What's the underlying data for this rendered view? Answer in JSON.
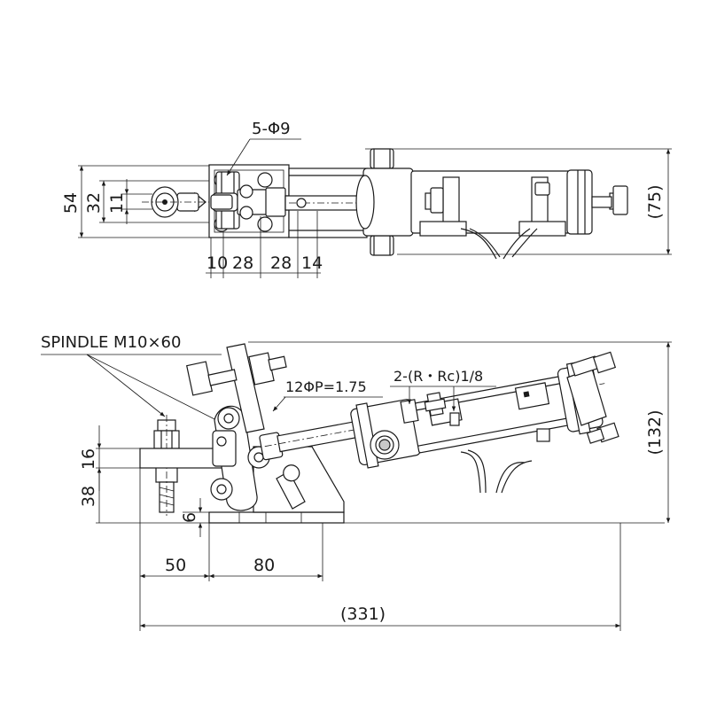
{
  "top_view": {
    "hole_callout": "5-Φ9",
    "dims_left": [
      "54",
      "32",
      "11"
    ],
    "dims_bottom": [
      "10",
      "28",
      "28",
      "14"
    ],
    "dim_right": "(75)"
  },
  "side_view": {
    "spindle_label": "SPINDLE M10×60",
    "hose_label": "12ΦP=1.75",
    "port_label": "2-(R・Rc)1/8",
    "dims_left": [
      "16",
      "38",
      "6"
    ],
    "dims_bottom": [
      "50",
      "80"
    ],
    "dim_overall": "(331)",
    "dim_right": "(132)"
  }
}
